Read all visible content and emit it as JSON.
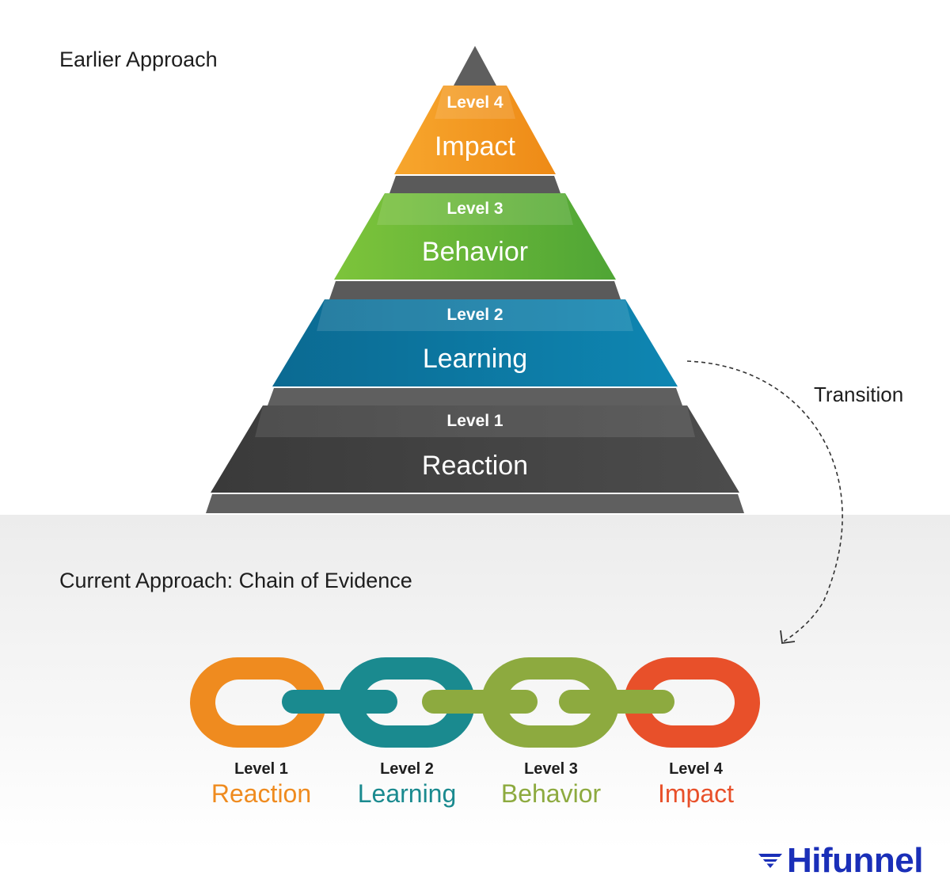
{
  "pyramid": {
    "heading": "Earlier Approach",
    "tiers": [
      {
        "level": "Level 4",
        "name": "Impact",
        "color": "#f39a1e"
      },
      {
        "level": "Level 3",
        "name": "Behavior",
        "color": "#6ebf35"
      },
      {
        "level": "Level 2",
        "name": "Learning",
        "color": "#0d7ba3"
      },
      {
        "level": "Level 1",
        "name": "Reaction",
        "color": "#4a4a4a"
      }
    ]
  },
  "transition": {
    "label": "Transition"
  },
  "chain": {
    "heading": "Current Approach: Chain of Evidence",
    "links": [
      {
        "level": "Level 1",
        "name": "Reaction",
        "color": "#ef8b1f"
      },
      {
        "level": "Level 2",
        "name": "Learning",
        "color": "#1a8a8f"
      },
      {
        "level": "Level 3",
        "name": "Behavior",
        "color": "#8daa3f"
      },
      {
        "level": "Level 4",
        "name": "Impact",
        "color": "#e8502a"
      }
    ]
  },
  "logo": {
    "text": "Hifunnel",
    "color": "#1a2fb8"
  }
}
